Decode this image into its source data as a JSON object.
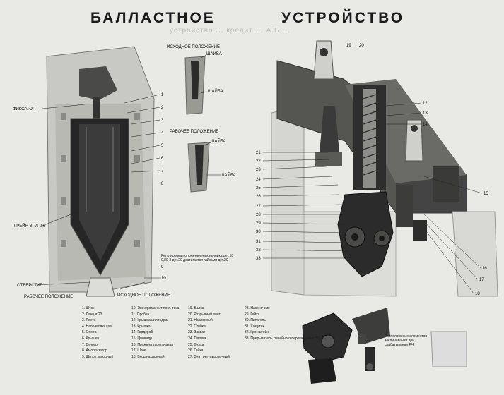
{
  "titles": {
    "left": "БАЛЛАСТНОЕ",
    "right": "УСТРОЙСТВО"
  },
  "header_faint": "устройство ... кредит ... А.Б ...",
  "callouts": {
    "left_side": [
      "ФИКСАТОР",
      "ГРЕЙН ВПЛ-2,6",
      "ОТВЕРСТИЕ",
      "РАБОЧЕЕ ПОЛОЖЕНИЕ",
      "ИСХОДНОЕ ПОЛОЖЕНИЕ"
    ],
    "insets": {
      "top_title": "ИСХОДНОЕ ПОЛОЖЕНИЕ",
      "bottom_title": "РАБОЧЕЕ ПОЛОЖЕНИЕ",
      "tags": [
        "ШАЙБА",
        "ШАЙБА",
        "ШАЙБА",
        "ШАЙБА"
      ]
    },
    "regulation": "Регулировка положения наконечника дет.18 0,80-3 дет.20 достигается гайками дет.20",
    "numbers_left": [
      "1",
      "2",
      "3",
      "4",
      "5",
      "6",
      "7",
      "8",
      "9",
      "10"
    ],
    "numbers_right_mech": [
      "21",
      "22",
      "23",
      "24",
      "25",
      "26",
      "27",
      "28",
      "29",
      "30",
      "31",
      "32",
      "33"
    ],
    "numbers_right_side": [
      "12",
      "13",
      "14",
      "15",
      "16",
      "17",
      "18",
      "19",
      "20"
    ],
    "bottom_caption": "Расположение элементов заклинивания при срабатывании РЧ"
  },
  "legend": {
    "col1": [
      "1. Шток",
      "2. Ланц и 23",
      "3. Лента",
      "4. Направляющая",
      "5. Опора",
      "6. Крышка",
      "7. Бункер",
      "8. Амортизатор",
      "9. Щиток запорный"
    ],
    "col2": [
      "10. Электромагнит пост. тока",
      "11. Пробка",
      "12. Крышка цилиндра",
      "13. Крышка",
      "14. Гардероб",
      "15. Цилиндр",
      "16. Пружина тарельчатая",
      "17. Шток",
      "18. Вход наклонный"
    ],
    "col3": [
      "19. Балка",
      "20. Разрывной винт",
      "21. Наклонный",
      "22. Стойка",
      "23. Захват",
      "24. Тяговик",
      "25. Вилка",
      "26. Гайка",
      "27. Винт регулировочный"
    ],
    "col4": [
      "28. Наконечник",
      "29. Гайка",
      "30. Питатель",
      "31. Хомутик",
      "32. Кронштейн",
      "33. Прерыватель линейного перемещения ВЦ-1"
    ]
  }
}
